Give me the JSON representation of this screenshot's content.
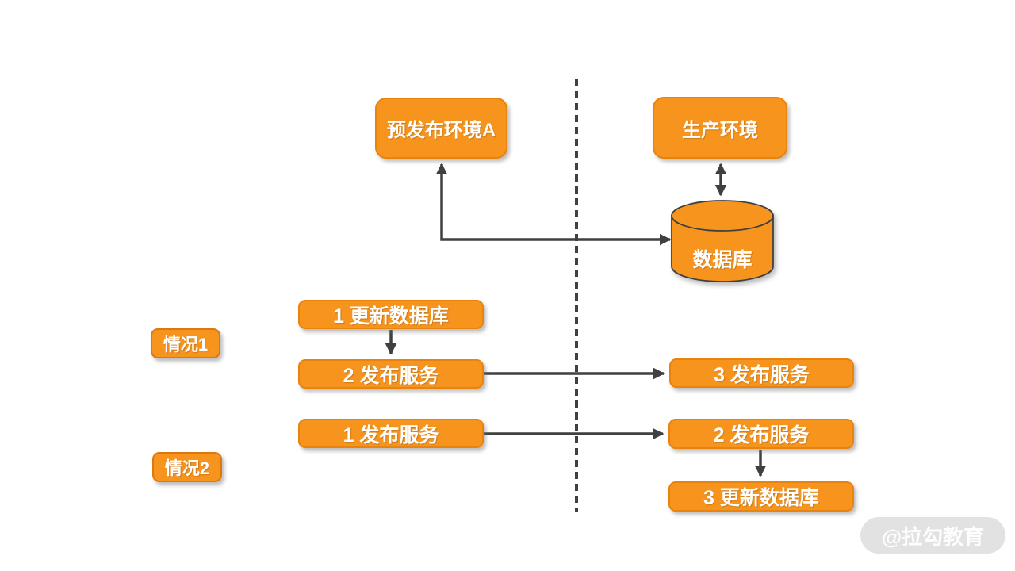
{
  "diagram": {
    "environments": [
      {
        "id": "staging",
        "label": "预发布环境A"
      },
      {
        "id": "production",
        "label": "生产环境"
      }
    ],
    "database": {
      "label": "数据库"
    },
    "cases": [
      {
        "label": "情况1",
        "steps": [
          "1 更新数据库",
          "2 发布服务",
          "3 发布服务"
        ]
      },
      {
        "label": "情况2",
        "steps": [
          "1 发布服务",
          "2 发布服务",
          "3 更新数据库"
        ]
      }
    ]
  },
  "watermark": {
    "label": "@拉勾教育"
  },
  "colors": {
    "node_fill": "#F7941E",
    "node_border": "#E8830D",
    "node_text": "#FFFFFF",
    "connector": "#3F4040",
    "watermark_bg": "#E2E2E2",
    "watermark_text": "#FFFFFF",
    "background": "#FFFFFF"
  }
}
